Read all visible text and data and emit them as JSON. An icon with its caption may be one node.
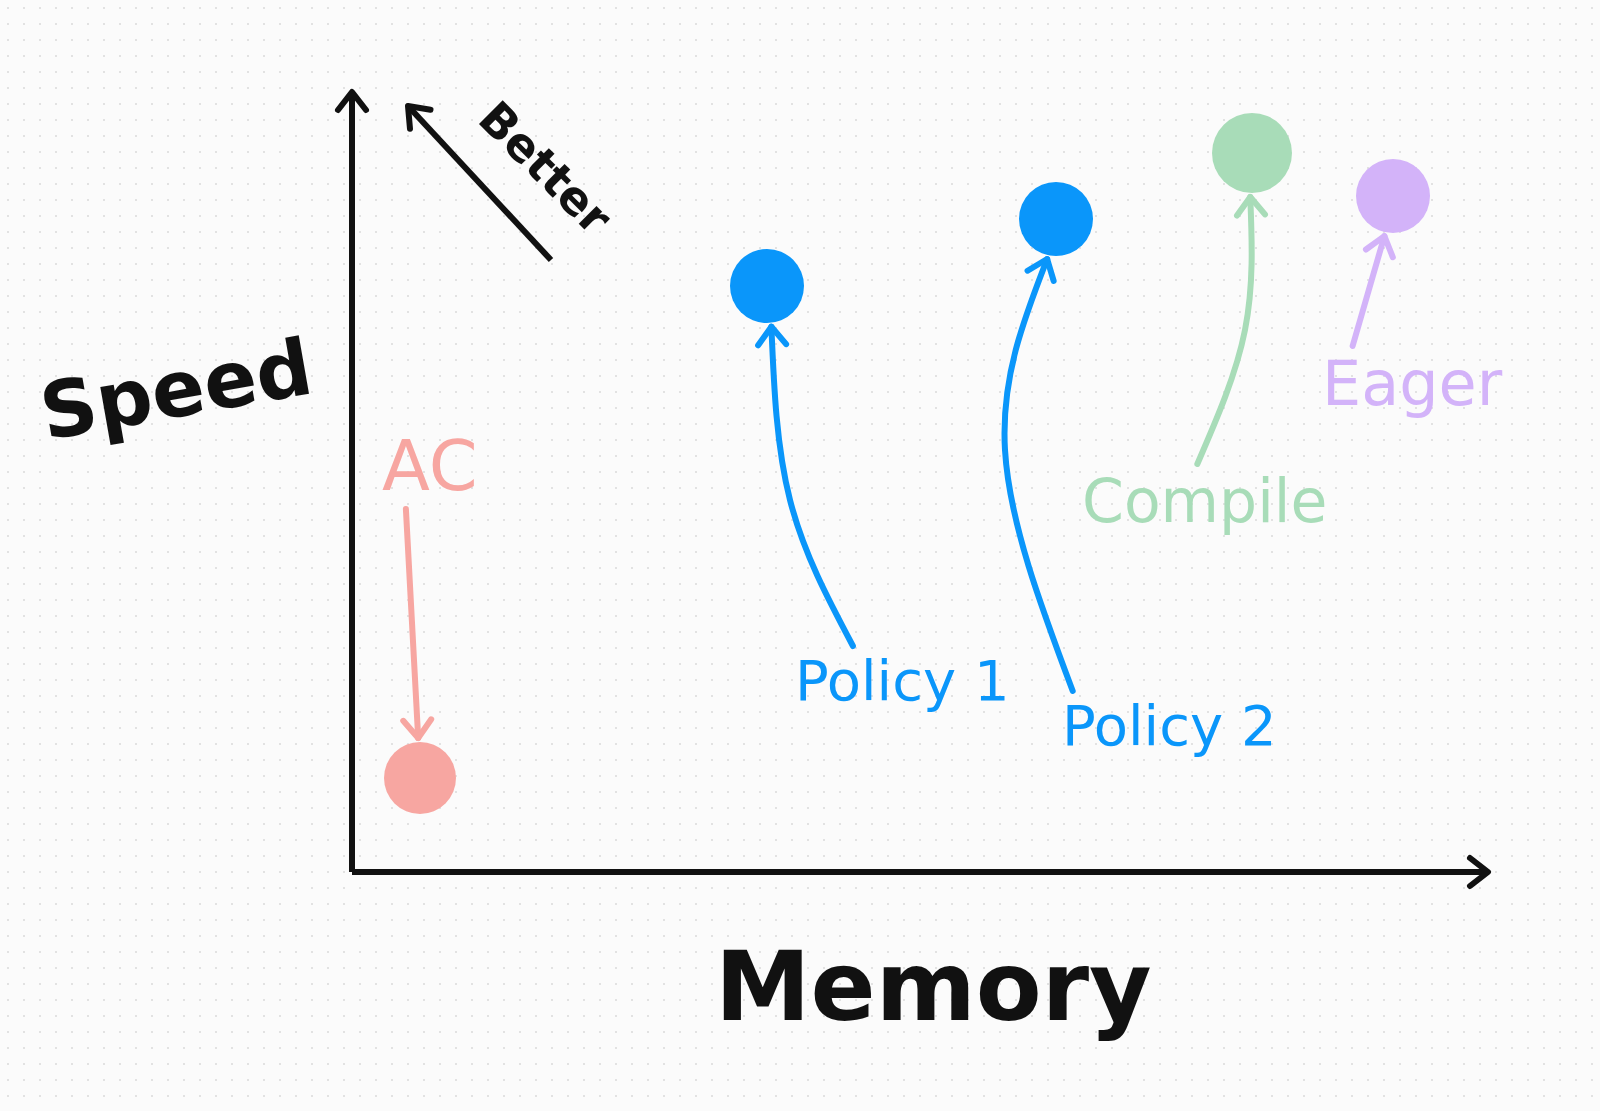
{
  "diagram": {
    "nodes": [
      {
        "text": [
          "AC"
        ]
      },
      {
        "text": [],
        "shape": "circle"
      },
      {
        "text": [],
        "shape": "circle"
      },
      {
        "text": [],
        "shape": "circle"
      },
      {
        "text": [],
        "shape": "circle"
      },
      {
        "text": [],
        "shape": "circle"
      },
      {
        "text": [
          "Policy 1"
        ]
      },
      {
        "text": [
          "Policy 2"
        ]
      },
      {
        "text": [
          "Compile"
        ]
      },
      {
        "text": [
          "Eager"
        ]
      }
    ],
    "edges": [
      {
        "from": 0,
        "to": 1,
        "arrow": "to",
        "color": "#f7a6a1"
      },
      {
        "from": 6,
        "to": 2,
        "arrow": "to",
        "color": "#0a96fa"
      },
      {
        "from": 7,
        "to": 3,
        "arrow": "to",
        "color": "#0a96fa"
      },
      {
        "from": 8,
        "to": 4,
        "arrow": "to",
        "color": "#a8dcb8"
      },
      {
        "from": 9,
        "to": 5,
        "arrow": "to",
        "color": "#d3b3f9"
      }
    ],
    "labels": [
      "Better",
      "Speed",
      "Memory"
    ]
  }
}
